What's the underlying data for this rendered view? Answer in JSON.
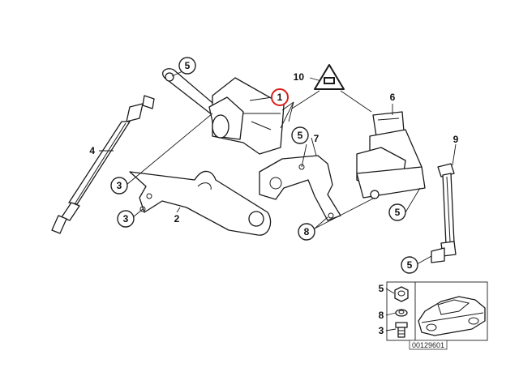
{
  "callouts": {
    "c1": "1",
    "c2": "2",
    "c3a": "3",
    "c3b": "3",
    "c4": "4",
    "c5_top": "5",
    "c5_mid": "5",
    "c5_right": "5",
    "c5_bottom": "5",
    "c6": "6",
    "c7": "7",
    "c8": "8",
    "c9": "9",
    "c10": "10"
  },
  "inset": {
    "labels": [
      "5",
      "8",
      "3"
    ],
    "reference": "00129601"
  },
  "colors": {
    "highlight": "#d8201c",
    "line": "#1a1a1a"
  }
}
